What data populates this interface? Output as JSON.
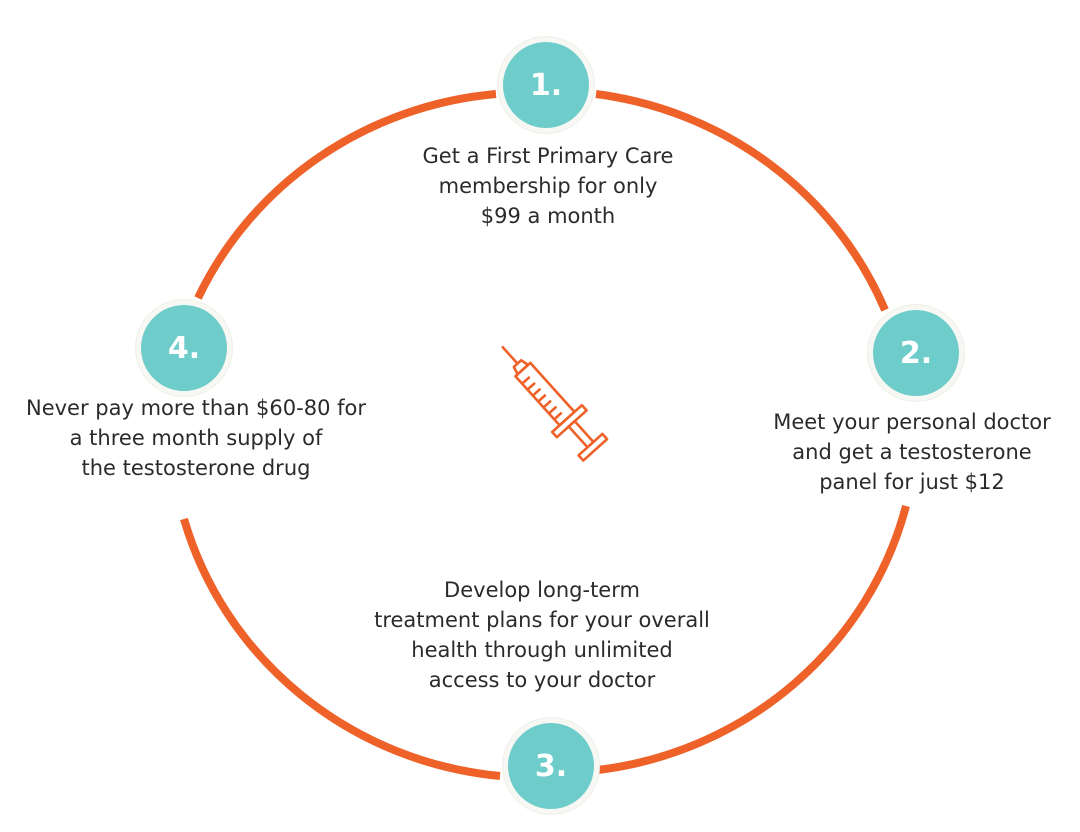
{
  "colors": {
    "ring": "#ee6128",
    "circle_fill": "#6ecdcb",
    "number_text": "#ffffff",
    "body_text": "#2b2b2b",
    "syringe": "#ee6128"
  },
  "center_icon": "syringe-icon",
  "steps": [
    {
      "number": "1.",
      "text": "Get a First Primary Care\nmembership for only\n$99 a month"
    },
    {
      "number": "2.",
      "text": "Meet your personal doctor\nand get a testosterone\npanel for just $12"
    },
    {
      "number": "3.",
      "text": "Develop long-term\ntreatment plans for your overall\nhealth through unlimited\naccess to your doctor"
    },
    {
      "number": "4.",
      "text": "Never pay more than $60-80 for\na three month supply of\nthe testosterone drug"
    }
  ]
}
